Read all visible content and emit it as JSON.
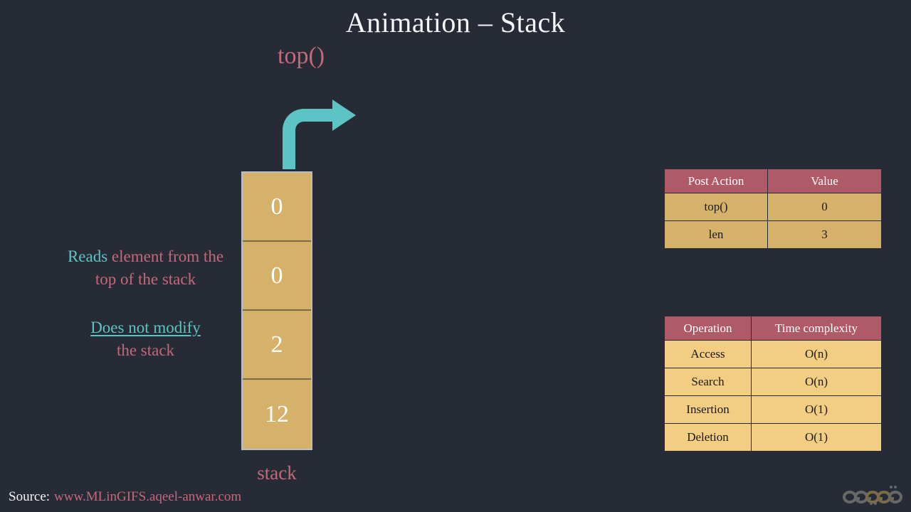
{
  "title": "Animation – Stack",
  "subtitle": "top()",
  "colors": {
    "background": "#262b35",
    "title": "#f4f5f7",
    "rose": "#c4687c",
    "teal": "#5cc4c4",
    "block_tan": "#d6b16a",
    "table_header": "#b05a68",
    "table_body_light": "#f2cd82",
    "block_border": "#b9bdc6"
  },
  "arrow": {
    "icon": "curved-arrow-up-right-icon",
    "color": "#5cc4c4",
    "direction": "up-then-right"
  },
  "stack": {
    "label": "stack",
    "cells": [
      "0",
      "0",
      "2",
      "12"
    ]
  },
  "description": {
    "para1": [
      {
        "text": "Reads",
        "style": "teal"
      },
      {
        "text": " element",
        "style": "rose"
      },
      {
        "text": "from the top of",
        "style": "rose"
      },
      {
        "text": "the stack",
        "style": "rose"
      }
    ],
    "para1_lines": [
      "Reads element",
      "from the top of",
      "the stack"
    ],
    "para1_highlight": "Reads",
    "para2_highlight": "Does not modify",
    "para2_lines": [
      "Does not modify",
      "the stack"
    ],
    "para2_rest": "the stack"
  },
  "post_action_table": {
    "headers": [
      "Post Action",
      "Value"
    ],
    "rows": [
      [
        "top()",
        "0"
      ],
      [
        "len",
        "3"
      ]
    ]
  },
  "complexity_table": {
    "headers": [
      "Operation",
      "Time complexity"
    ],
    "rows": [
      [
        "Access",
        "O(n)"
      ],
      [
        "Search",
        "O(n)"
      ],
      [
        "Insertion",
        "O(1)"
      ],
      [
        "Deletion",
        "O(1)"
      ]
    ]
  },
  "footer": {
    "source_label": "Source:",
    "source_url": "www.MLinGIFS.aqeel-anwar.com",
    "watermark": "aqeel-anwar-logo"
  }
}
